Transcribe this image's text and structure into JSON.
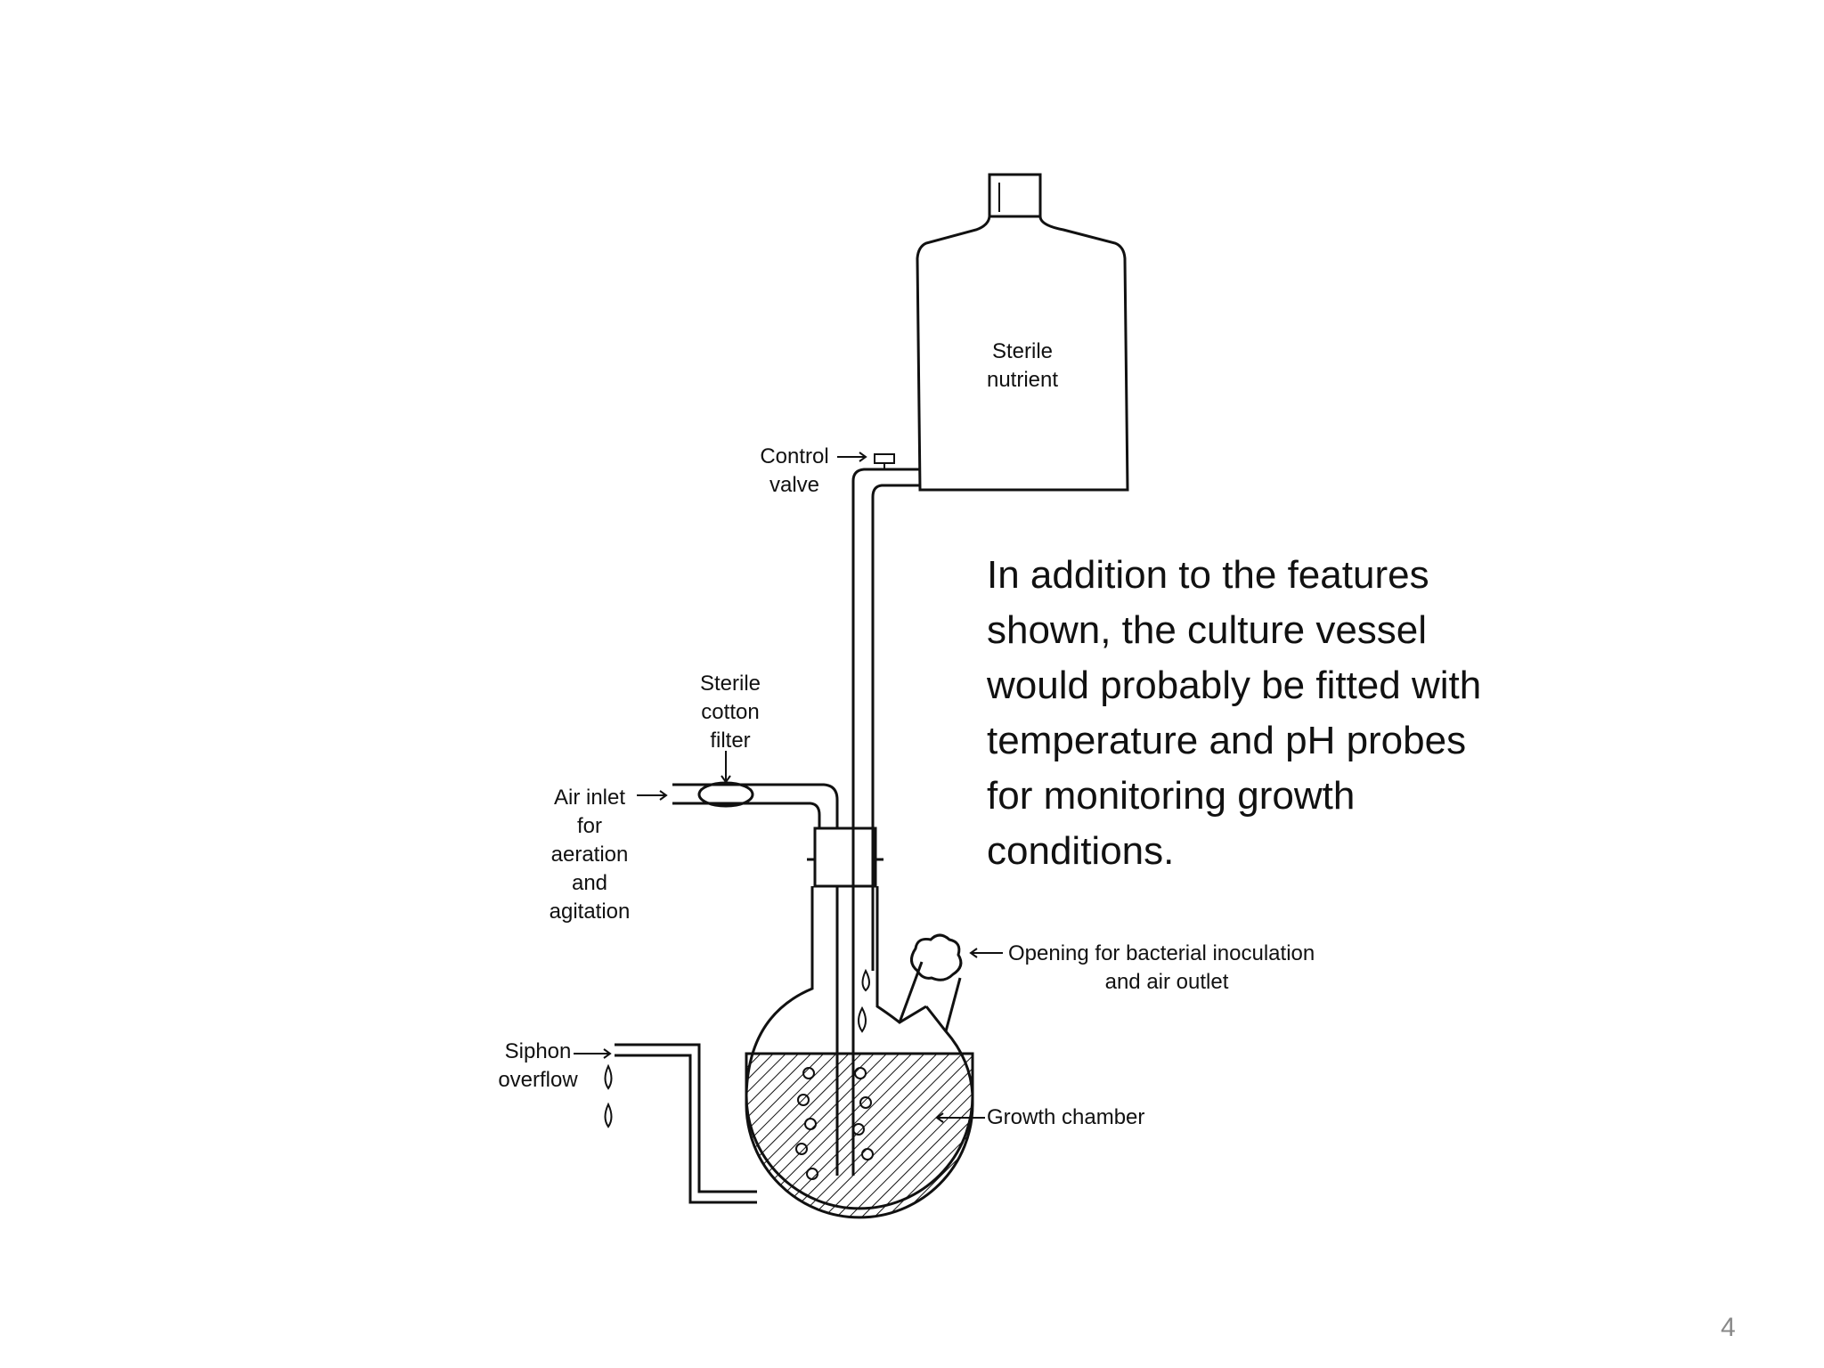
{
  "diagram": {
    "labels": {
      "sterile_nutrient": [
        "Sterile",
        "nutrient"
      ],
      "control_valve": [
        "Control",
        "valve"
      ],
      "sterile_cotton_filter": [
        "Sterile",
        "cotton",
        "filter"
      ],
      "air_inlet": [
        "Air inlet",
        "for",
        "aeration",
        "and",
        "agitation"
      ],
      "opening": [
        "Opening for bacterial inoculation",
        "and air outlet"
      ],
      "siphon_overflow": [
        "Siphon",
        "overflow"
      ],
      "growth_chamber": "Growth chamber"
    }
  },
  "callout_text": "In addition to the features\nshown, the culture vessel\nwould probably be fitted with\ntemperature and pH probes\nfor monitoring growth\nconditions.",
  "page_number": "4"
}
